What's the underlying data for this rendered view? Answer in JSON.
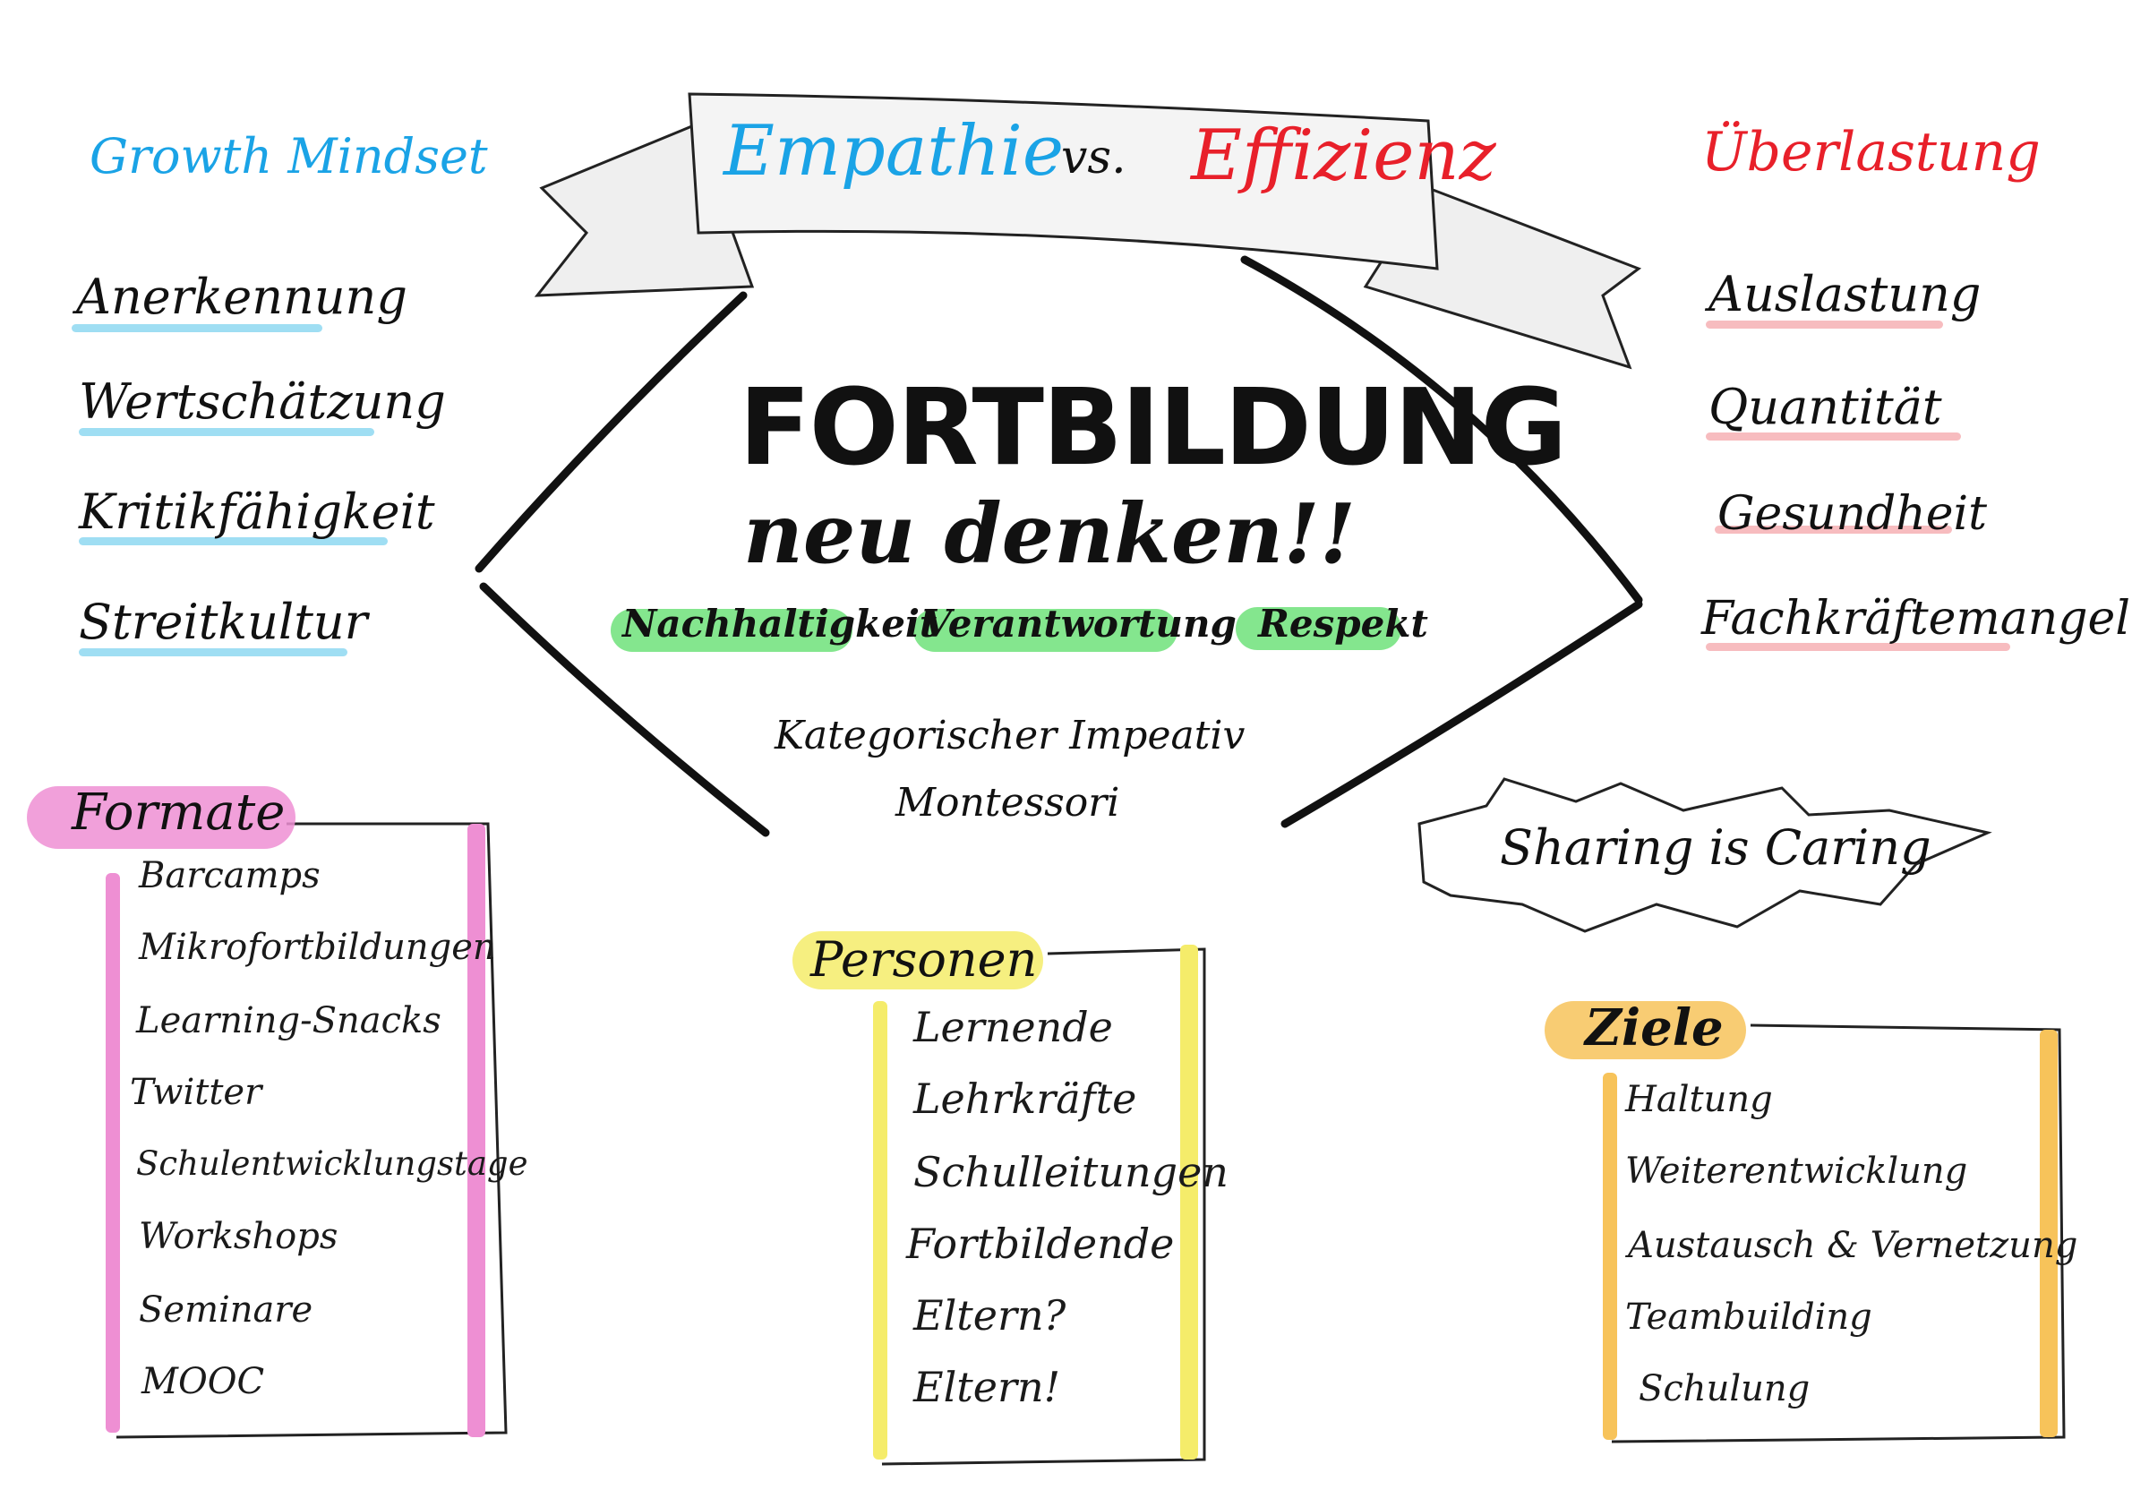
{
  "banner": {
    "left": "Empathie",
    "middle": "vs.",
    "right": "Effizienz"
  },
  "title": {
    "line1": "FORTBILDUNG",
    "line2": "neu denken!!"
  },
  "values": [
    "Nachhaltigkeit",
    "Verantwortung",
    "Respekt"
  ],
  "concepts": [
    "Kategorischer Impeativ",
    "Montessori"
  ],
  "left_column": {
    "heading": "Growth Mindset",
    "items": [
      "Anerkennung",
      "Wertschätzung",
      "Kritikfähigkeit",
      "Streitkultur"
    ]
  },
  "right_column": {
    "heading": "Überlastung",
    "items": [
      "Auslastung",
      "Quantität",
      "Gesundheit",
      "Fachkräftemangel"
    ]
  },
  "cloud": {
    "text": "Sharing is Caring"
  },
  "formate": {
    "heading": "Formate",
    "items": [
      "Barcamps",
      "Mikrofortbildungen",
      "Learning-Snacks",
      "Twitter",
      "Schulentwicklungstage",
      "Workshops",
      "Seminare",
      "MOOC"
    ]
  },
  "personen": {
    "heading": "Personen",
    "items": [
      "Lernende",
      "Lehrkräfte",
      "Schulleitungen",
      "Fortbildende",
      "Eltern?",
      "Eltern!"
    ]
  },
  "ziele": {
    "heading": "Ziele",
    "items": [
      "Haltung",
      "Weiterentwicklung",
      "Austausch & Vernetzung",
      "Teambuilding",
      "Schulung"
    ]
  },
  "colors": {
    "blue": "#1aa3e6",
    "red": "#e8202a",
    "cyan_underline": "#7fd3ef",
    "pink_underline": "#f4a5aa",
    "green_marker": "#6fe27a",
    "pink_marker": "#ee8fd3",
    "yellow_marker": "#f5ec6a",
    "orange_marker": "#f7c35a"
  }
}
